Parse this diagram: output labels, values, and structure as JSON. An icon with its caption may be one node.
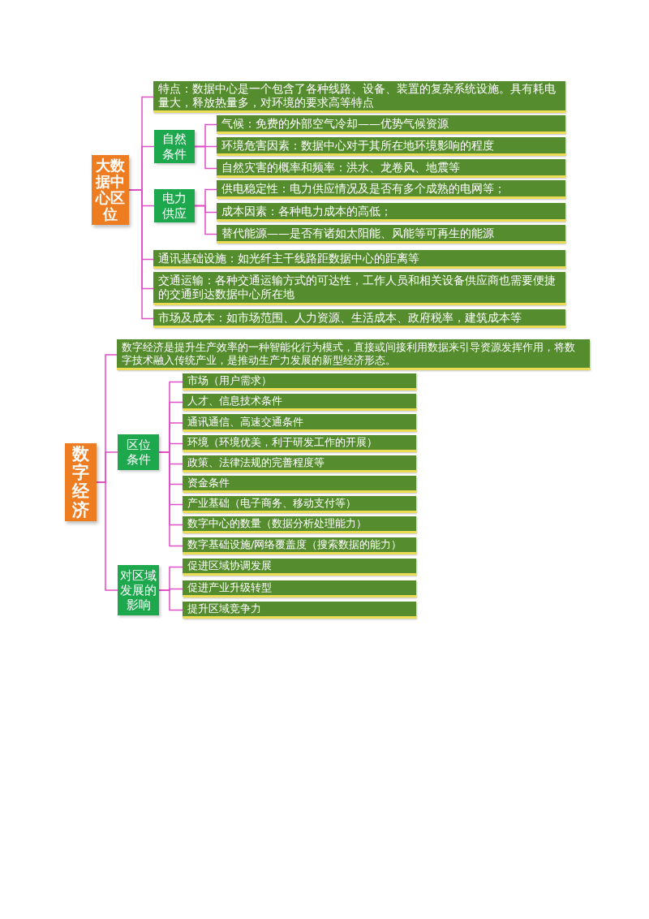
{
  "diagram": {
    "nodes": [
      {
        "text": [
          "大数据中心区位"
        ]
      },
      {
        "text": [
          "特点：数据中心是一个包含了各种线路、设备、装置的复杂系统设施。具有耗电量大，释放热量多，对环境的要求高等特点"
        ]
      },
      {
        "text": [
          "自然条件"
        ]
      },
      {
        "text": [
          "气候：免费的外部空气冷却——优势气候资源"
        ]
      },
      {
        "text": [
          "环境危害因素：数据中心对于其所在地环境影响的程度"
        ]
      },
      {
        "text": [
          "自然灾害的概率和频率：洪水、龙卷风、地震等"
        ]
      },
      {
        "text": [
          "电力供应"
        ]
      },
      {
        "text": [
          "供电稳定性：电力供应情况及是否有多个成熟的电网等；"
        ]
      },
      {
        "text": [
          "成本因素：各种电力成本的高低；"
        ]
      },
      {
        "text": [
          "替代能源——是否有诸如太阳能、风能等可再生的能源"
        ]
      },
      {
        "text": [
          "通讯基础设施：如光纤主干线路距数据中心的距离等"
        ]
      },
      {
        "text": [
          "交通运输：各种交通运输方式的可达性，工作人员和相关设备供应商也需要便捷的交通到达数据中心所在地"
        ]
      },
      {
        "text": [
          "市场及成本：如市场范围、人力资源、生活成本、政府税率，建筑成本等"
        ]
      },
      {
        "text": [
          "数字经济"
        ]
      },
      {
        "text": [
          "数字经济是提升生产效率的一种智能化行为模式，直接或间接利用数据来引导资源发挥作用，将数字技术融入传统产业，是推动生产力发展的新型经济形态。"
        ]
      },
      {
        "text": [
          "区位条件"
        ]
      },
      {
        "text": [
          "市场（用户需求）"
        ]
      },
      {
        "text": [
          "人才、信息技术条件"
        ]
      },
      {
        "text": [
          "通讯通信、高速交通条件"
        ]
      },
      {
        "text": [
          "环境（环境优美，利于研发工作的开展）"
        ]
      },
      {
        "text": [
          "政策、法律法规的完善程度等"
        ]
      },
      {
        "text": [
          "资金条件"
        ]
      },
      {
        "text": [
          "产业基础（电子商务、移动支付等）"
        ]
      },
      {
        "text": [
          "数字中心的数量（数据分析处理能力）"
        ]
      },
      {
        "text": [
          "数字基础设施/网络覆盖度（搜索数据的能力）"
        ]
      },
      {
        "text": [
          "对区域发展的影响"
        ]
      },
      {
        "text": [
          "促进区域协调发展"
        ]
      },
      {
        "text": [
          "促进产业升级转型"
        ]
      },
      {
        "text": [
          "提升区域竞争力"
        ]
      }
    ],
    "edges": [
      {
        "from": 0,
        "to": 1,
        "arrow": "none"
      },
      {
        "from": 0,
        "to": 2,
        "arrow": "none"
      },
      {
        "from": 2,
        "to": 3,
        "arrow": "none"
      },
      {
        "from": 2,
        "to": 4,
        "arrow": "none"
      },
      {
        "from": 2,
        "to": 5,
        "arrow": "none"
      },
      {
        "from": 0,
        "to": 6,
        "arrow": "none"
      },
      {
        "from": 6,
        "to": 7,
        "arrow": "none"
      },
      {
        "from": 6,
        "to": 8,
        "arrow": "none"
      },
      {
        "from": 6,
        "to": 9,
        "arrow": "none"
      },
      {
        "from": 0,
        "to": 10,
        "arrow": "none"
      },
      {
        "from": 0,
        "to": 11,
        "arrow": "none"
      },
      {
        "from": 0,
        "to": 12,
        "arrow": "none"
      },
      {
        "from": 13,
        "to": 14,
        "arrow": "none"
      },
      {
        "from": 13,
        "to": 15,
        "arrow": "none"
      },
      {
        "from": 15,
        "to": 16,
        "arrow": "none"
      },
      {
        "from": 15,
        "to": 17,
        "arrow": "none"
      },
      {
        "from": 15,
        "to": 18,
        "arrow": "none"
      },
      {
        "from": 15,
        "to": 19,
        "arrow": "none"
      },
      {
        "from": 15,
        "to": 20,
        "arrow": "none"
      },
      {
        "from": 15,
        "to": 21,
        "arrow": "none"
      },
      {
        "from": 15,
        "to": 22,
        "arrow": "none"
      },
      {
        "from": 15,
        "to": 23,
        "arrow": "none"
      },
      {
        "from": 15,
        "to": 24,
        "arrow": "none"
      },
      {
        "from": 13,
        "to": 25,
        "arrow": "none"
      },
      {
        "from": 25,
        "to": 26,
        "arrow": "none"
      },
      {
        "from": 25,
        "to": 27,
        "arrow": "none"
      },
      {
        "from": 25,
        "to": 28,
        "arrow": "none"
      }
    ]
  }
}
